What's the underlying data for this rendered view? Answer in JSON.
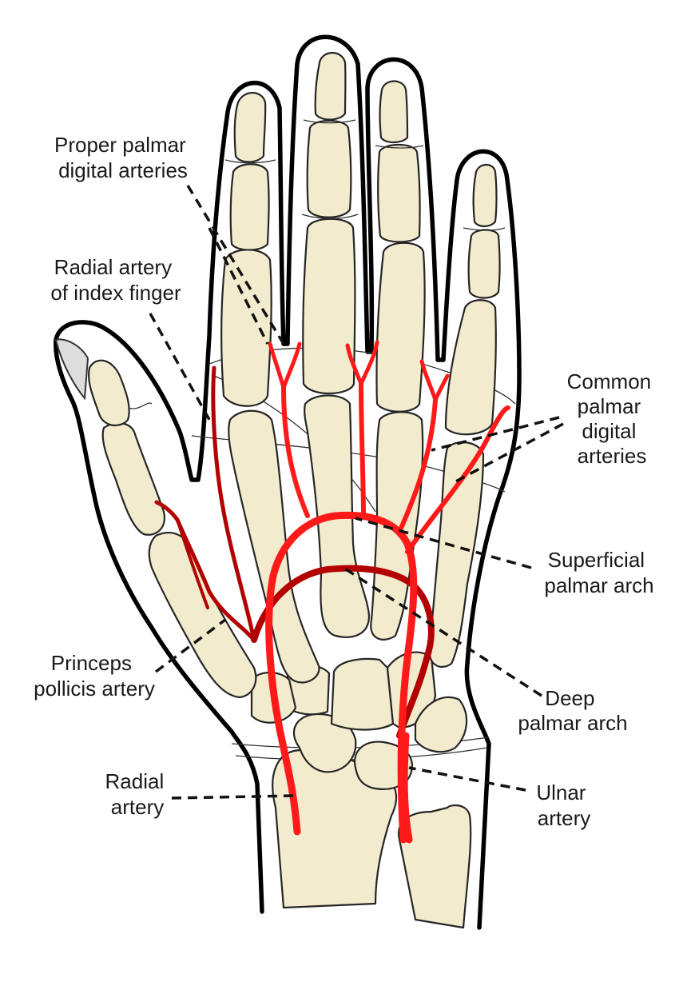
{
  "labels": {
    "proper_palmar_line1": "Proper palmar",
    "proper_palmar_line2": "digital arteries",
    "radial_index_line1": "Radial artery",
    "radial_index_line2": "of index finger",
    "common_palmar_line1": "Common",
    "common_palmar_line2": "palmar",
    "common_palmar_line3": "digital",
    "common_palmar_line4": "arteries",
    "superficial_line1": "Superficial",
    "superficial_line2": "palmar arch",
    "princeps_line1": "Princeps",
    "princeps_line2": "pollicis artery",
    "deep_line1": "Deep",
    "deep_line2": "palmar arch",
    "radial_line1": "Radial",
    "radial_line2": "artery",
    "ulnar_line1": "Ulnar",
    "ulnar_line2": "artery"
  },
  "colors": {
    "superficial_artery": "#ff1a1a",
    "deep_artery": "#b30000",
    "bone": "#f2ebce",
    "outline": "#000000"
  }
}
